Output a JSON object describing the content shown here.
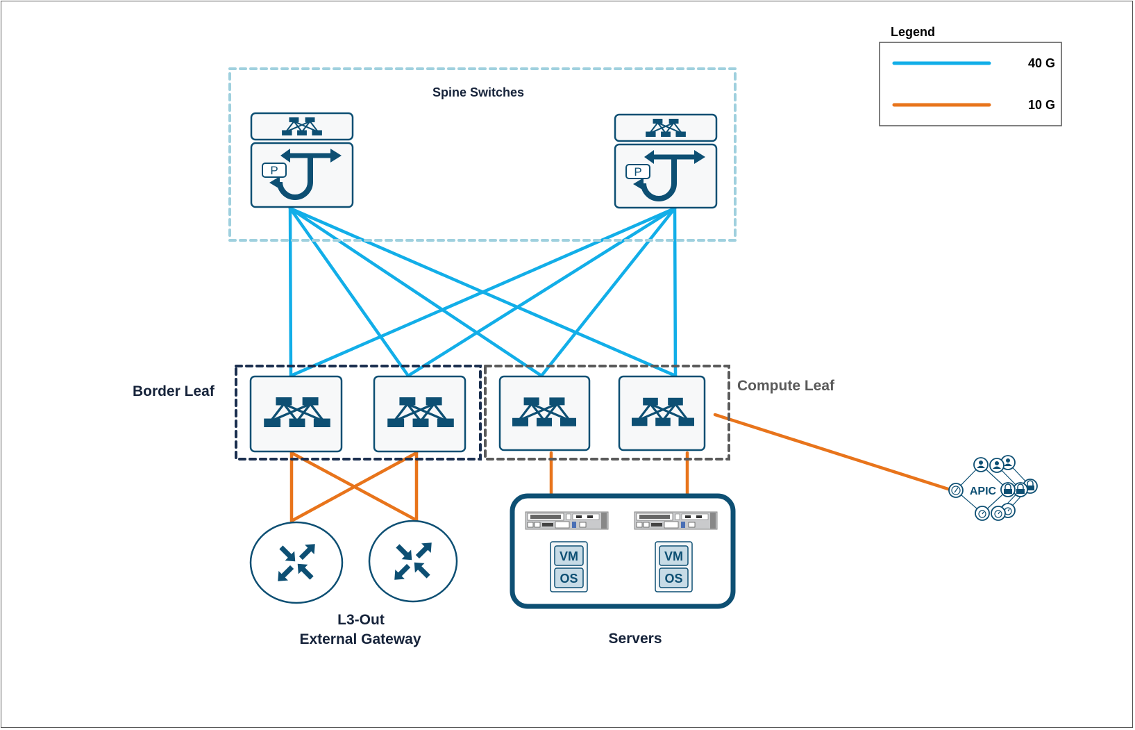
{
  "diagram": {
    "title_spine": "Spine Switches",
    "label_border_leaf": "Border Leaf",
    "label_compute_leaf": "Compute Leaf",
    "label_l3out_line1": "L3-Out",
    "label_l3out_line2": "External Gateway",
    "label_servers": "Servers",
    "apic_label": "APIC",
    "spine_badge": "P",
    "vm_label": "VM",
    "os_label": "OS"
  },
  "legend": {
    "title": "Legend",
    "items": [
      {
        "label": "40 G",
        "color": "#12aee8"
      },
      {
        "label": "10 G",
        "color": "#e8741b"
      }
    ]
  },
  "colors": {
    "icon": "#0d4f73",
    "link_40g": "#12aee8",
    "link_10g": "#e8741b",
    "spine_group": "#9fd0de",
    "border_group": "#1b2f4f",
    "compute_group": "#5a5a5a",
    "text_dark": "#16233a",
    "text_gray": "#5a5a5a"
  },
  "nodes": {
    "spines": [
      "spine-1",
      "spine-2"
    ],
    "border_leaves": [
      "border-leaf-1",
      "border-leaf-2"
    ],
    "compute_leaves": [
      "compute-leaf-1",
      "compute-leaf-2"
    ],
    "routers": [
      "router-1",
      "router-2"
    ],
    "servers": [
      "server-1",
      "server-2"
    ],
    "controller": "apic"
  },
  "links": [
    {
      "from": "spine-1",
      "to": "border-leaf-1",
      "speed": "40 G"
    },
    {
      "from": "spine-1",
      "to": "border-leaf-2",
      "speed": "40 G"
    },
    {
      "from": "spine-1",
      "to": "compute-leaf-1",
      "speed": "40 G"
    },
    {
      "from": "spine-1",
      "to": "compute-leaf-2",
      "speed": "40 G"
    },
    {
      "from": "spine-2",
      "to": "border-leaf-1",
      "speed": "40 G"
    },
    {
      "from": "spine-2",
      "to": "border-leaf-2",
      "speed": "40 G"
    },
    {
      "from": "spine-2",
      "to": "compute-leaf-1",
      "speed": "40 G"
    },
    {
      "from": "spine-2",
      "to": "compute-leaf-2",
      "speed": "40 G"
    },
    {
      "from": "border-leaf-1",
      "to": "router-1",
      "speed": "10 G"
    },
    {
      "from": "border-leaf-1",
      "to": "router-2",
      "speed": "10 G"
    },
    {
      "from": "border-leaf-2",
      "to": "router-1",
      "speed": "10 G"
    },
    {
      "from": "border-leaf-2",
      "to": "router-2",
      "speed": "10 G"
    },
    {
      "from": "compute-leaf-1",
      "to": "server-1",
      "speed": "10 G"
    },
    {
      "from": "compute-leaf-2",
      "to": "server-2",
      "speed": "10 G"
    },
    {
      "from": "compute-leaf-2",
      "to": "apic",
      "speed": "10 G"
    }
  ]
}
